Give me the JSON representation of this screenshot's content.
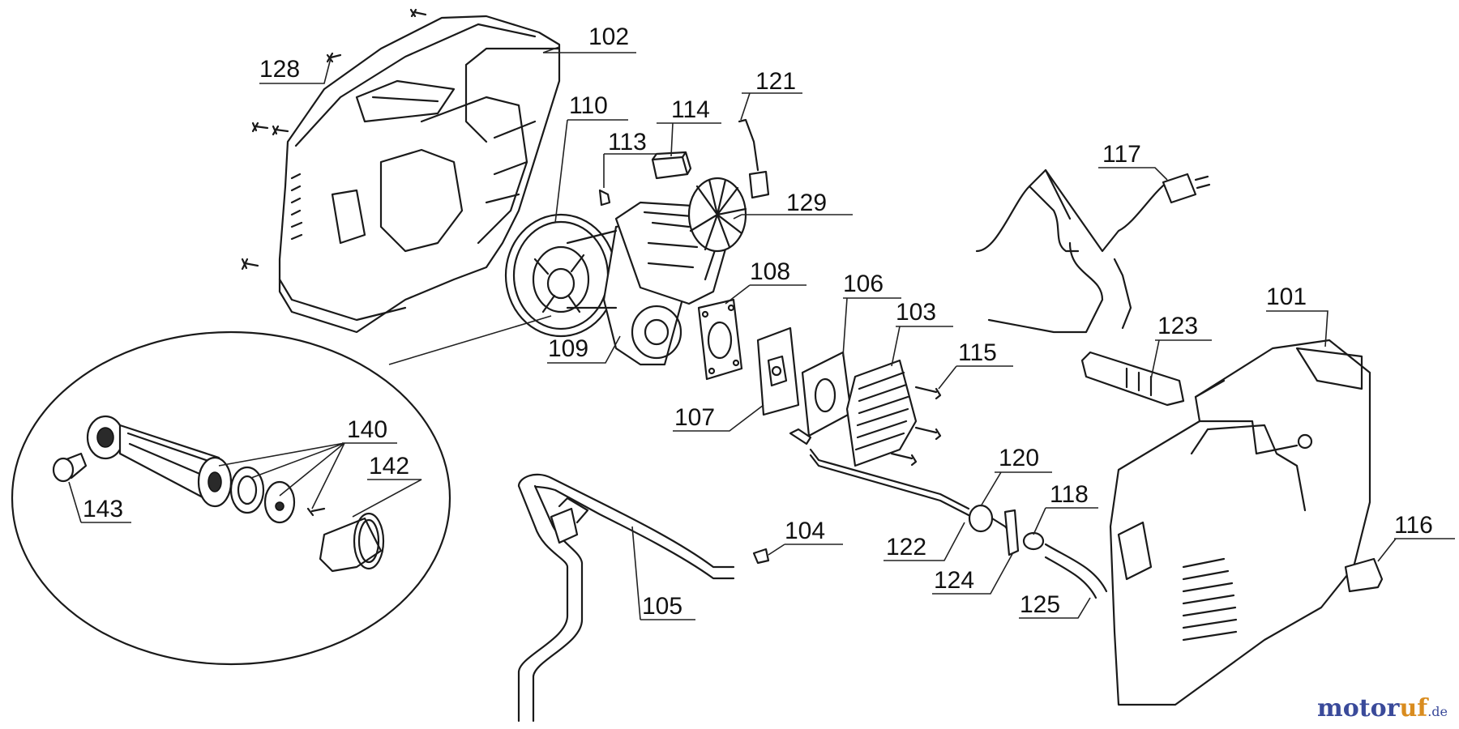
{
  "callouts": [
    {
      "id": "c102",
      "label": "102"
    },
    {
      "id": "c128",
      "label": "128"
    },
    {
      "id": "c110",
      "label": "110"
    },
    {
      "id": "c114",
      "label": "114"
    },
    {
      "id": "c121",
      "label": "121"
    },
    {
      "id": "c113",
      "label": "113"
    },
    {
      "id": "c117",
      "label": "117"
    },
    {
      "id": "c129",
      "label": "129"
    },
    {
      "id": "c108",
      "label": "108"
    },
    {
      "id": "c106",
      "label": "106"
    },
    {
      "id": "c103",
      "label": "103"
    },
    {
      "id": "c101",
      "label": "101"
    },
    {
      "id": "c109",
      "label": "109"
    },
    {
      "id": "c115",
      "label": "115"
    },
    {
      "id": "c123",
      "label": "123"
    },
    {
      "id": "c107",
      "label": "107"
    },
    {
      "id": "c140",
      "label": "140"
    },
    {
      "id": "c142",
      "label": "142"
    },
    {
      "id": "c120",
      "label": "120"
    },
    {
      "id": "c143",
      "label": "143"
    },
    {
      "id": "c118",
      "label": "118"
    },
    {
      "id": "c104",
      "label": "104"
    },
    {
      "id": "c122",
      "label": "122"
    },
    {
      "id": "c116",
      "label": "116"
    },
    {
      "id": "c124",
      "label": "124"
    },
    {
      "id": "c105",
      "label": "105"
    },
    {
      "id": "c125",
      "label": "125"
    }
  ],
  "watermark": {
    "main": "motor",
    "accent": "uf",
    "suffix": ".de"
  }
}
